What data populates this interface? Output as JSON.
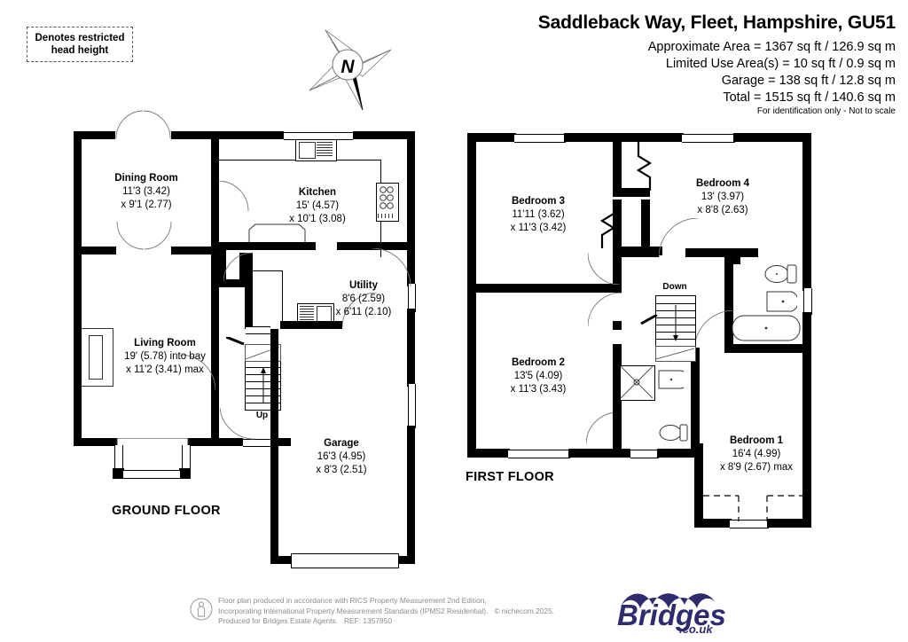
{
  "header": {
    "title": "Saddleback Way, Fleet, Hampshire, GU51",
    "areas": [
      "Approximate Area = 1367 sq ft / 126.9 sq m",
      "Limited Use Area(s) = 10 sq ft / 0.9 sq m",
      "Garage = 138 sq ft / 12.8 sq m",
      "Total = 1515 sq ft / 140.6 sq m"
    ],
    "disclaimer": "For identification only - Not to scale"
  },
  "legend": {
    "line1": "Denotes restricted",
    "line2": "head height"
  },
  "compass": {
    "label": "N"
  },
  "floors": {
    "ground_label": "GROUND FLOOR",
    "first_label": "FIRST FLOOR"
  },
  "stairs": {
    "up": "Up",
    "down": "Down"
  },
  "rooms": {
    "dining": {
      "name": "Dining Room",
      "d1": "11'3 (3.42)",
      "d2": "x 9'1 (2.77)"
    },
    "kitchen": {
      "name": "Kitchen",
      "d1": "15' (4.57)",
      "d2": "x 10'1 (3.08)"
    },
    "utility": {
      "name": "Utility",
      "d1": "8'6 (2.59)",
      "d2": "x 6'11 (2.10)"
    },
    "living": {
      "name": "Living Room",
      "d1": "19' (5.78) into bay",
      "d2": "x 11'2 (3.41) max"
    },
    "garage": {
      "name": "Garage",
      "d1": "16'3 (4.95)",
      "d2": "x 8'3 (2.51)"
    },
    "bed3": {
      "name": "Bedroom 3",
      "d1": "11'11 (3.62)",
      "d2": "x 11'3 (3.42)"
    },
    "bed4": {
      "name": "Bedroom 4",
      "d1": "13' (3.97)",
      "d2": "x 8'8 (2.63)"
    },
    "bed2": {
      "name": "Bedroom 2",
      "d1": "13'5 (4.09)",
      "d2": "x 11'3 (3.43)"
    },
    "bed1": {
      "name": "Bedroom 1",
      "d1": "16'4 (4.99)",
      "d2": "x 8'9 (2.67) max"
    }
  },
  "footer": {
    "line1": "Floor plan produced in accordance with RICS Property Measurement 2nd Edition,",
    "line2": "Incorporating International Property Measurement Standards (IPMS2 Residential).",
    "copyright": "© nichecom 2025.",
    "line3": "Produced for Bridges Estate Agents.",
    "ref": "REF: 1357850"
  },
  "logo": {
    "name": "Bridges",
    "tld": ".co.uk",
    "color": "#2e2b6e"
  }
}
